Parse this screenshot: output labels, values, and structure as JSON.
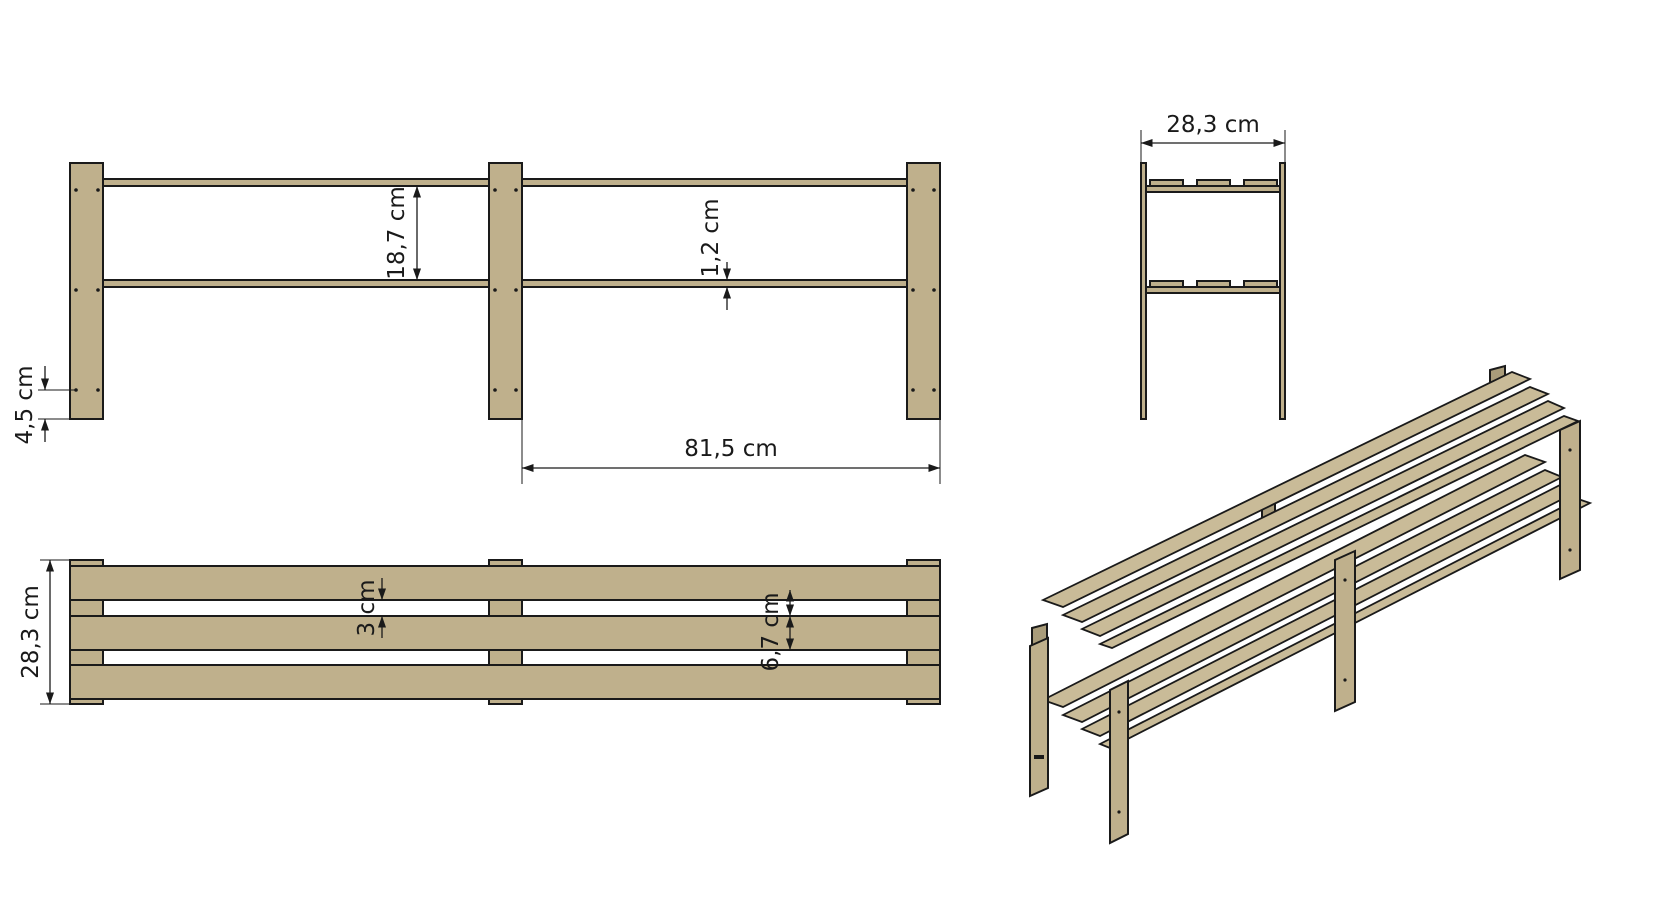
{
  "dimensions": {
    "front_width": "81,5 cm",
    "shelf_spacing": "18,7 cm",
    "shelf_thickness": "1,2 cm",
    "leg_offset": "4,5 cm",
    "side_depth": "28,3 cm",
    "top_depth": "28,3 cm",
    "slat_gap": "3 cm",
    "slat_width": "6,7 cm"
  },
  "colors": {
    "wood": "#bfb08c",
    "outline": "#1a1a1a"
  }
}
